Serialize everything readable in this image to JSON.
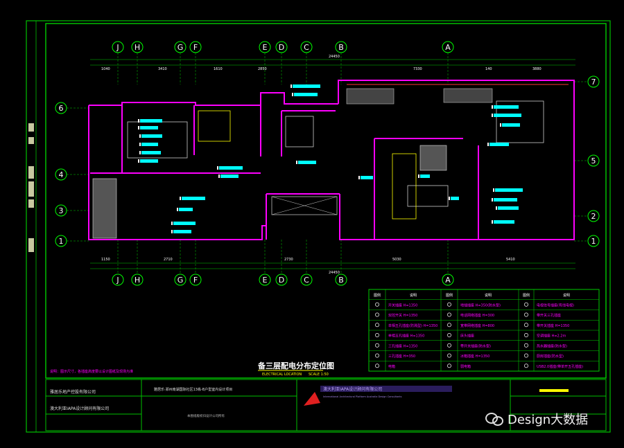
{
  "grid_top": [
    "J",
    "H",
    "G",
    "F",
    "E",
    "D",
    "C",
    "B",
    "A"
  ],
  "grid_side_left": [
    "6",
    "4",
    "3",
    "1"
  ],
  "grid_side_right": [
    "7",
    "5",
    "2",
    "1"
  ],
  "dims_top": [
    "1040",
    "3410",
    "1610",
    "2850",
    "7330",
    "140",
    "3880"
  ],
  "dims_bottom": [
    "1150",
    "2710",
    "2730",
    "5030",
    "5410"
  ],
  "total_dim": "24450",
  "drawing_title": "备三层配电分布定位图",
  "title_sub": "ELECTRICAL LOCATION",
  "scale": "SCALE 1:50",
  "note": "说明：图示尺寸，各插座高度要以设计图纸及现场为准",
  "titleblock": {
    "client": "雅居乐地产控股有限公司",
    "designer": "澳大利亚IAPA设计顾问有限公司",
    "project": "雅居乐·郑州南湖国际社区13栋-B户型室内设计项目",
    "note2": "本图纸版权归设计公司所有",
    "company_cn": "澳大利亚IAPA设计顾问有限公司",
    "company_en": "International Architectural Platform Australia Design Consultants"
  },
  "legend_header": [
    "图例",
    "说明",
    "图例",
    "说明",
    "图例",
    "说明"
  ],
  "legend_rows": [
    [
      "开关插座 H=1350",
      "地插插座 H=350(防水型)",
      "电视信号插座(有线电视)"
    ],
    [
      "双控开关 H=1350",
      "电话网络插座 H=300",
      "带开关三孔插座"
    ],
    [
      "单相五孔插座(防溅型) H=1350",
      "宽带网络插座 H=800",
      "带开关插座 H=1350"
    ],
    [
      "单相五孔插座 H=1350",
      "床头插座",
      "空调插座 H=2.2m"
    ],
    [
      "三孔插座 H=1350",
      "带开关插座(防水型)",
      "热水器插座(防水型)"
    ],
    [
      "三孔插座 H=350",
      "冰箱插座 H=1350",
      "厨房插座(防水型)"
    ],
    [
      "电箱",
      "弱电箱",
      "USB2.0插座(带单开五孔插座)"
    ]
  ],
  "watermark": "Design大数据",
  "colors": {
    "background": "#000000",
    "frame": "#00cc00",
    "walls": "#ff00ff",
    "grid_lines": "#00ff00",
    "labels": "#00ffff",
    "highlight": "#ffff00",
    "doors": "#ff3333"
  }
}
